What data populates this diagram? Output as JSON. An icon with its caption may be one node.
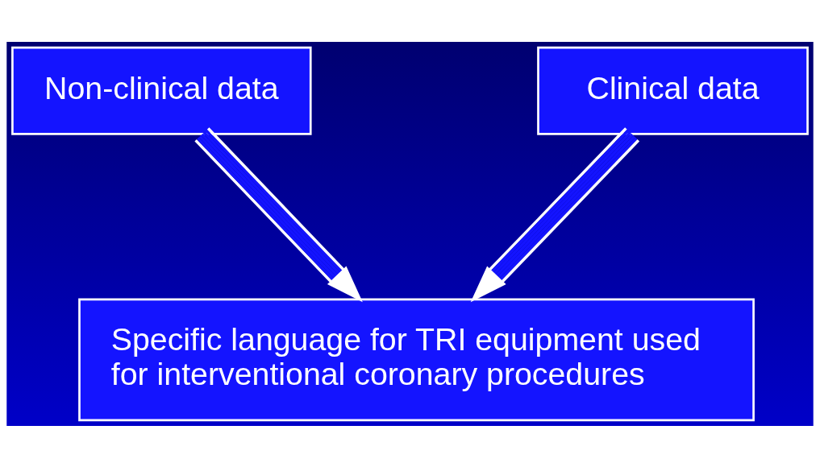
{
  "diagram": {
    "nodes": [
      {
        "text": [
          "Non-clinical data"
        ]
      },
      {
        "text": [
          "Clinical data"
        ]
      },
      {
        "text": [
          "Specific language for TRI equipment used for interventional coronary procedures"
        ]
      }
    ],
    "edges": [
      {
        "from": 0,
        "to": 2,
        "arrow": "to"
      },
      {
        "from": 1,
        "to": 2,
        "arrow": "to"
      }
    ]
  }
}
